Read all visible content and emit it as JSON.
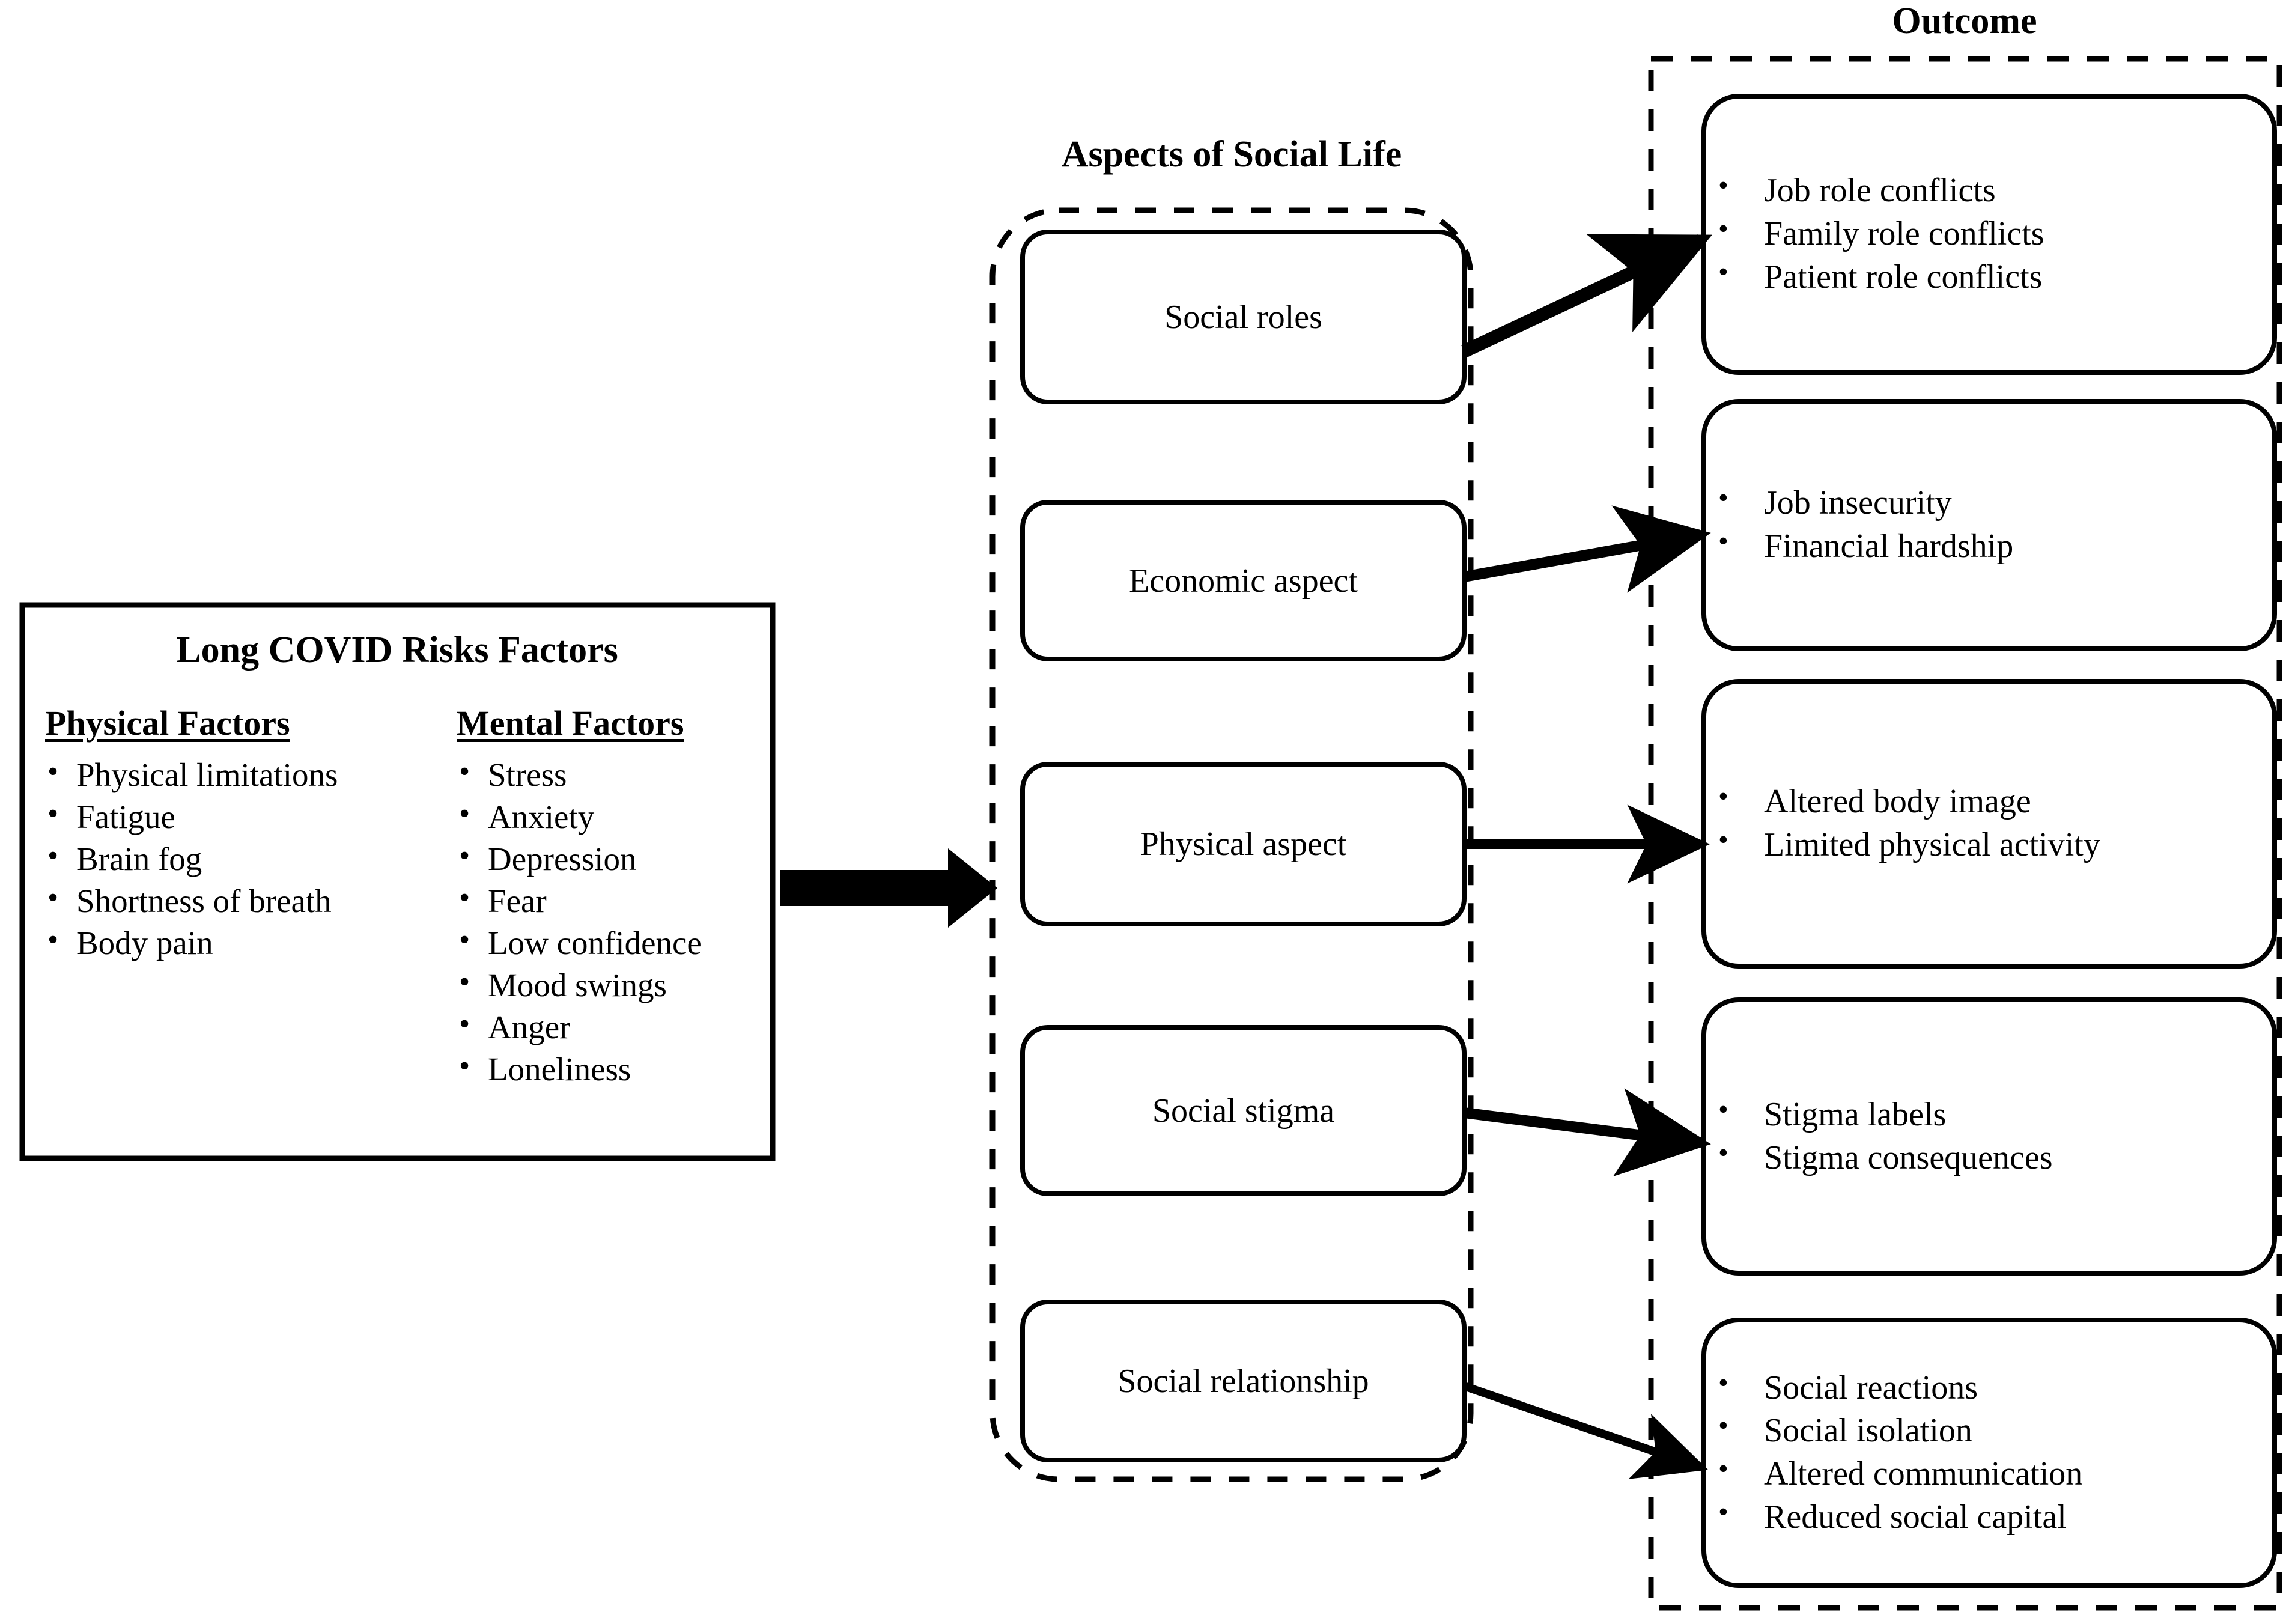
{
  "figure": {
    "type": "conceptual-framework-diagram",
    "background": "#ffffff",
    "stroke_color": "#000000"
  },
  "risk_panel": {
    "title": "Long COVID Risks Factors",
    "columns": [
      {
        "heading": "Physical Factors",
        "items": [
          "Physical limitations",
          "Fatigue",
          "Brain fog",
          "Shortness of breath",
          "Body pain"
        ]
      },
      {
        "heading": "Mental Factors",
        "items": [
          "Stress",
          "Anxiety",
          "Depression",
          "Fear",
          "Low confidence",
          "Mood swings",
          "Anger",
          "Loneliness"
        ]
      }
    ]
  },
  "aspects": {
    "caption": "Aspects of Social Life",
    "boxes": [
      {
        "label": "Social roles"
      },
      {
        "label": "Economic aspect"
      },
      {
        "label": "Physical aspect"
      },
      {
        "label": "Social stigma"
      },
      {
        "label": "Social relationship"
      }
    ]
  },
  "outcome": {
    "caption": "Outcome",
    "boxes": [
      {
        "items": [
          "Job role conflicts",
          "Family role conflicts",
          "Patient role conflicts"
        ]
      },
      {
        "items": [
          "Job insecurity",
          "Financial hardship"
        ]
      },
      {
        "items": [
          "Altered body image",
          "Limited physical activity"
        ]
      },
      {
        "items": [
          "Stigma labels",
          "Stigma consequences"
        ]
      },
      {
        "items": [
          "Social reactions",
          "Social isolation",
          "Altered communication",
          "Reduced social capital"
        ]
      }
    ]
  },
  "bullets": {
    "glyph": "•"
  },
  "connectors": {
    "main_arrow": "thick-block-arrow-right",
    "aspect_to_outcome": [
      "arrow-social-roles-to-role-conflicts",
      "arrow-economic-to-job-insecurity",
      "arrow-physical-to-body-image",
      "arrow-stigma-to-stigma-labels",
      "arrow-relationship-to-social-reactions"
    ]
  }
}
